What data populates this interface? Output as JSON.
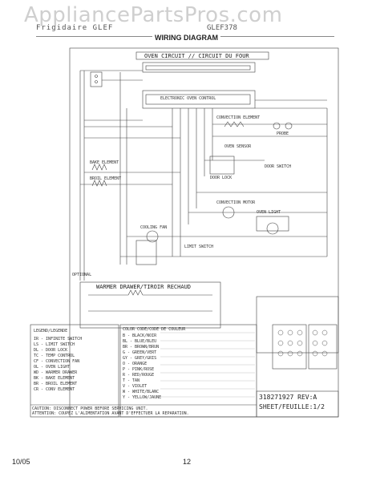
{
  "watermark": "AppliancePartsPros.com",
  "model_left": "Frigidaire GLEF",
  "model_right": "GLEF378",
  "title": "WIRING DIAGRAM",
  "oven_circuit": "OVEN CIRCUIT // CIRCUIT DU FOUR",
  "warmer_drawer": "WARMER DRAWER/TIROIR RECHAUD",
  "optional": "OPTIONAL",
  "caution_en": "CAUTION: DISCONNECT POWER BEFORE SERVICING UNIT.",
  "caution_fr": "ATTENTION: COUPEZ L'ALIMENTATION AVANT D'EFFECTUER LA REPARATION.",
  "part_number": "318271927 REV:A",
  "sheet": "SHEET/FEUILLE:1/2",
  "legend_title": "LEGEND/LEGENDE",
  "legend_items": [
    "IR - INFINITE SWITCH",
    "LS - LIMIT SWITCH",
    "DL - DOOR LOCK",
    "TC - TEMP CONTROL",
    "CF - CONVECTION FAN",
    "OL - OVEN LIGHT",
    "WD - WARMER DRAWER",
    "BK - BAKE ELEMENT",
    "BR - BROIL ELEMENT",
    "CR - CONV ELEMENT"
  ],
  "color_title": "COLOR CODE/CODE DE COULEUR",
  "colors": [
    "B - BLACK/NOIR",
    "BL - BLUE/BLEU",
    "BR - BROWN/BRUN",
    "G - GREEN/VERT",
    "GY - GREY/GRIS",
    "O - ORANGE",
    "P - PINK/ROSE",
    "R - RED/ROUGE",
    "T - TAN",
    "V - VIOLET",
    "W - WHITE/BLANC",
    "Y - YELLOW/JAUNE"
  ],
  "labels": {
    "bake": "BAKE ELEMENT",
    "broil": "BROIL ELEMENT",
    "conv_motor": "CONVECTION MOTOR",
    "conv_element": "CONVECTION ELEMENT",
    "oven_light": "OVEN LIGHT",
    "cooling_fan": "COOLING FAN",
    "door_lock": "DOOR LOCK",
    "limit_sw": "LIMIT SWITCH",
    "probe": "PROBE",
    "door_switch": "DOOR SWITCH",
    "sensor": "OVEN SENSOR",
    "ctrl": "ELECTRONIC OVEN CONTROL"
  },
  "footer_left": "10/05",
  "footer_page": "12"
}
